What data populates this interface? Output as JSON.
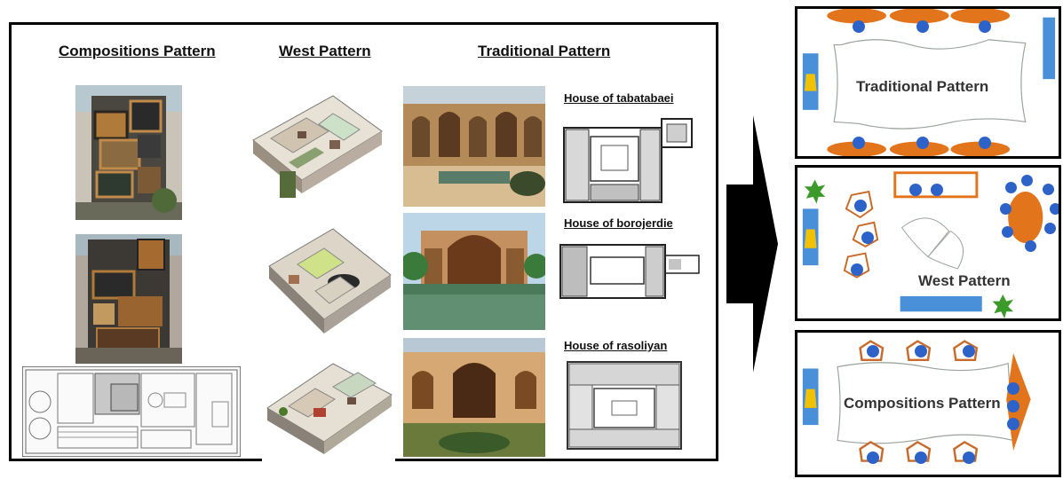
{
  "columns": {
    "compositions": "Compositions Pattern",
    "west": "West Pattern",
    "traditional": "Traditional Pattern"
  },
  "houses": [
    "House of tabatabaei",
    "House of borojerdie",
    "House of rasoliyan"
  ],
  "panels": [
    {
      "label": "Traditional Pattern"
    },
    {
      "label": "West Pattern"
    },
    {
      "label": "Compositions Pattern"
    }
  ],
  "colors": {
    "accent_orange": "#e2741c",
    "accent_blue": "#4a90d9",
    "face_blue": "#2d63c8",
    "yellow": "#f2c200",
    "green": "#3a9a2a"
  }
}
